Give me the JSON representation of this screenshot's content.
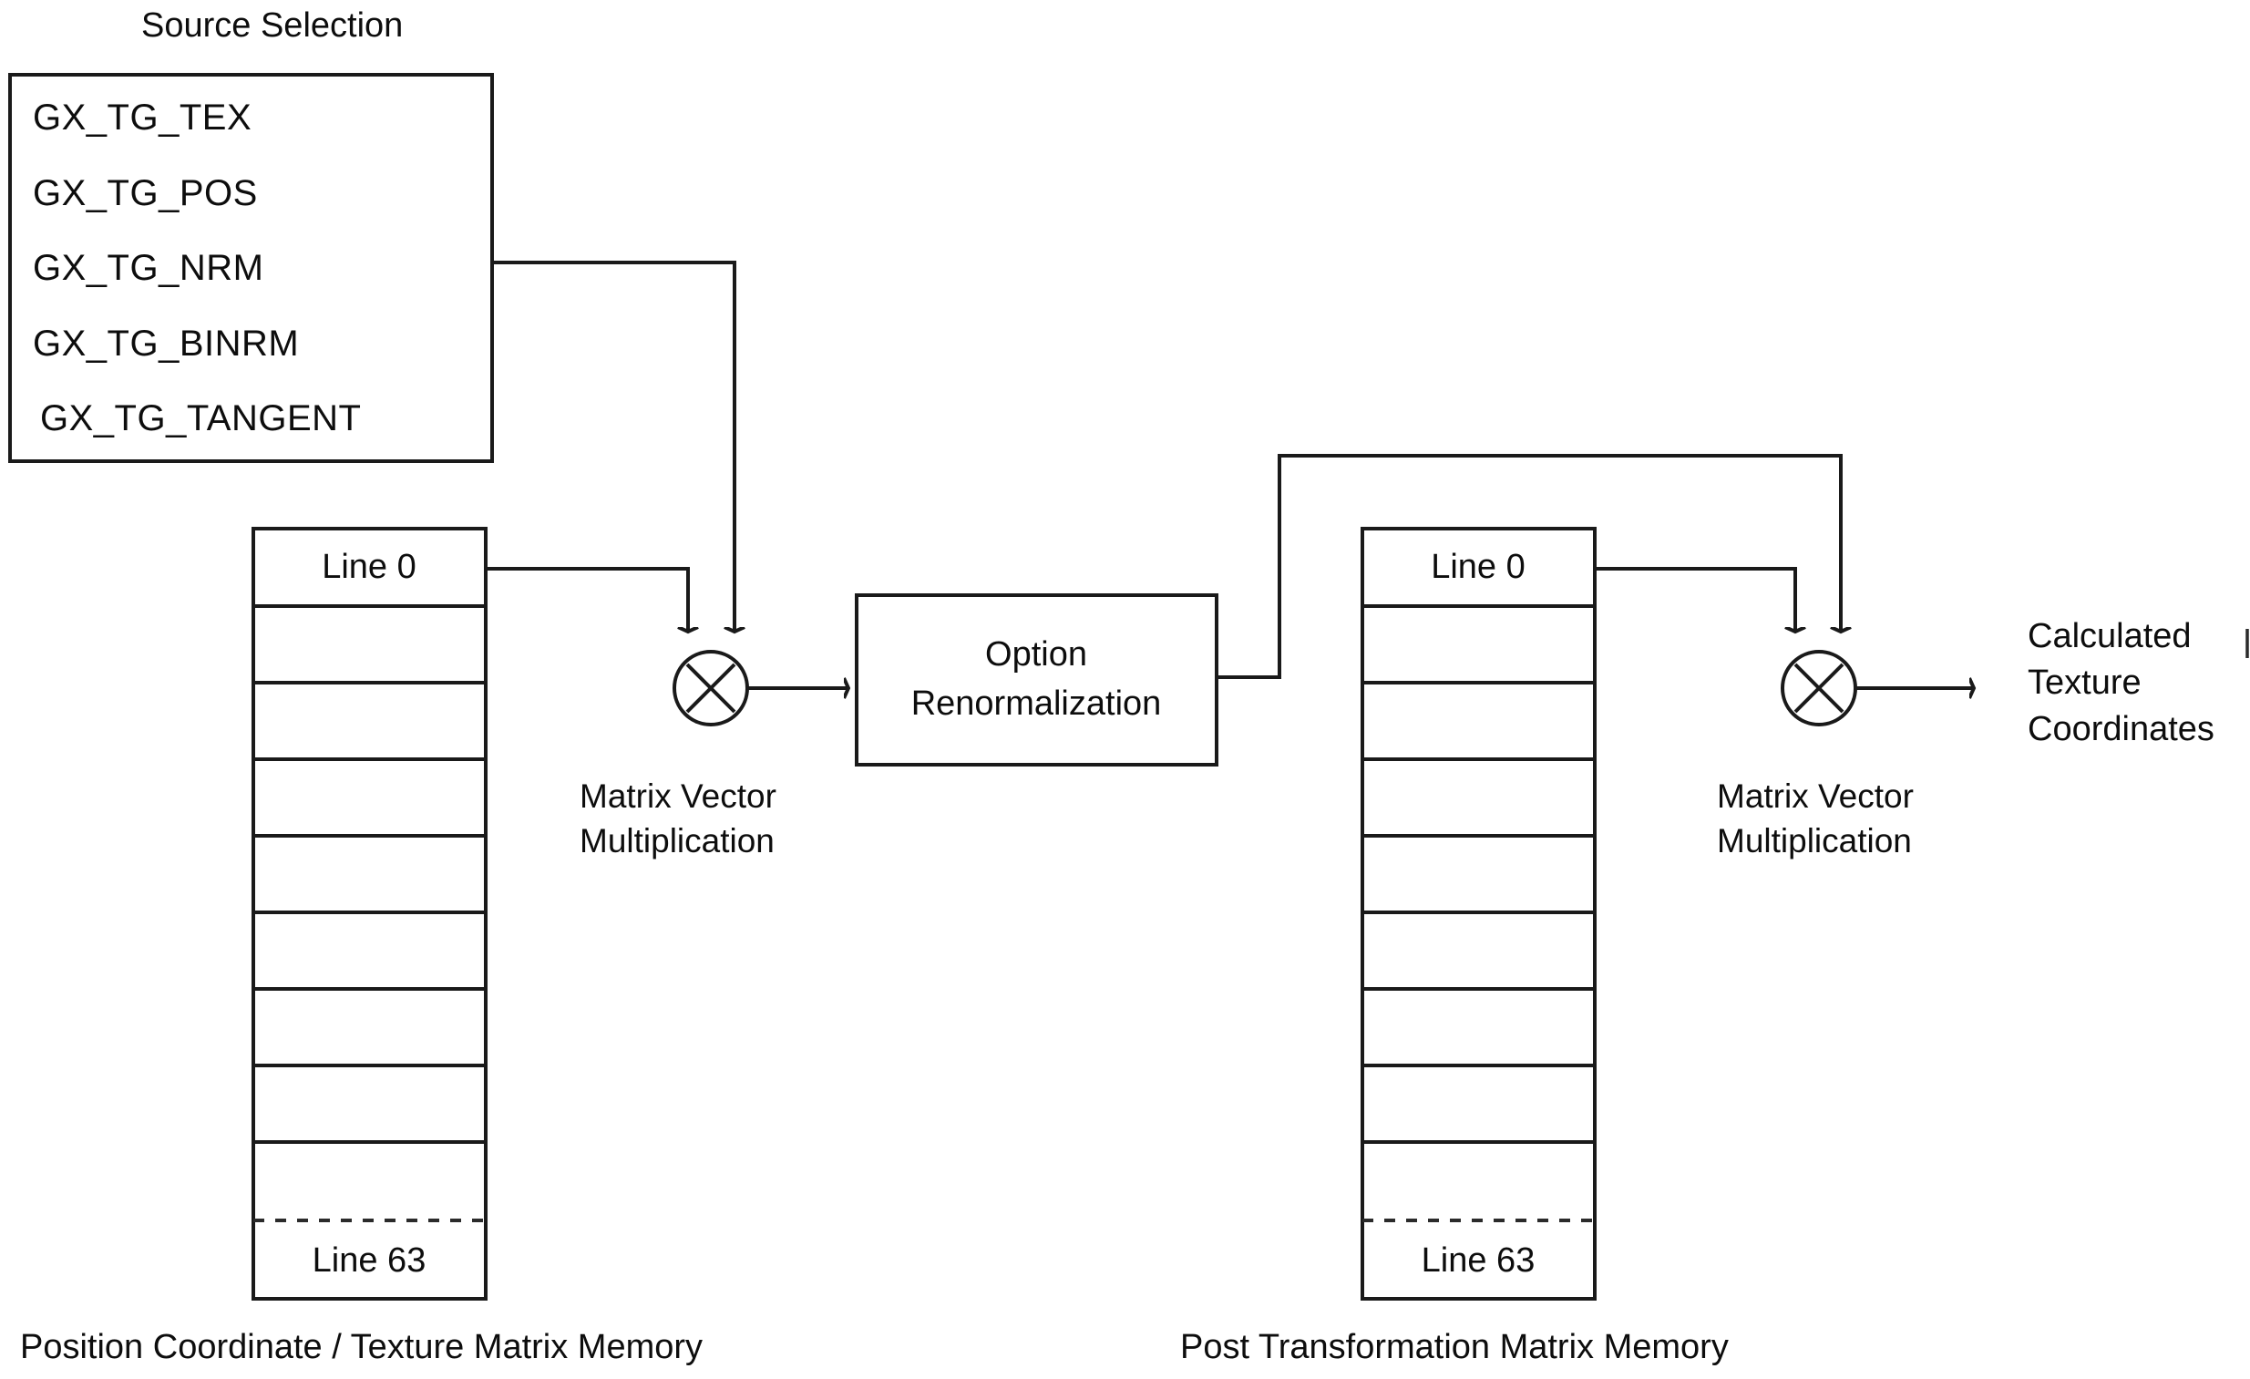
{
  "diagram": {
    "title_source_selection": "Source Selection",
    "source_options": [
      "GX_TG_TEX",
      "GX_TG_POS",
      "GX_TG_NRM",
      "GX_TG_BINRM",
      "GX_TG_TANGENT"
    ],
    "memory_left": {
      "caption": "Position Coordinate / Texture Matrix Memory",
      "first_row_label": "Line 0",
      "last_row_label": "Line 63",
      "empty_row_count": 8,
      "separator": "dotted"
    },
    "memory_right": {
      "caption": "Post Transformation Matrix Memory",
      "first_row_label": "Line 0",
      "last_row_label": "Line 63",
      "empty_row_count": 8,
      "separator": "dotted"
    },
    "process_block": {
      "line1": "Option",
      "line2": "Renormalization"
    },
    "multiplier_left": {
      "glyph": "✕",
      "label_line1": "Matrix Vector",
      "label_line2": "Multiplication"
    },
    "multiplier_right": {
      "glyph": "✕",
      "label_line1": "Matrix Vector",
      "label_line2": "Multiplication"
    },
    "output": {
      "line1": "Calculated",
      "line2": "Texture",
      "line3": "Coordinates"
    },
    "colors": {
      "stroke": "#1a1a1a",
      "text": "#0d0d0d",
      "background": "#ffffff"
    }
  }
}
